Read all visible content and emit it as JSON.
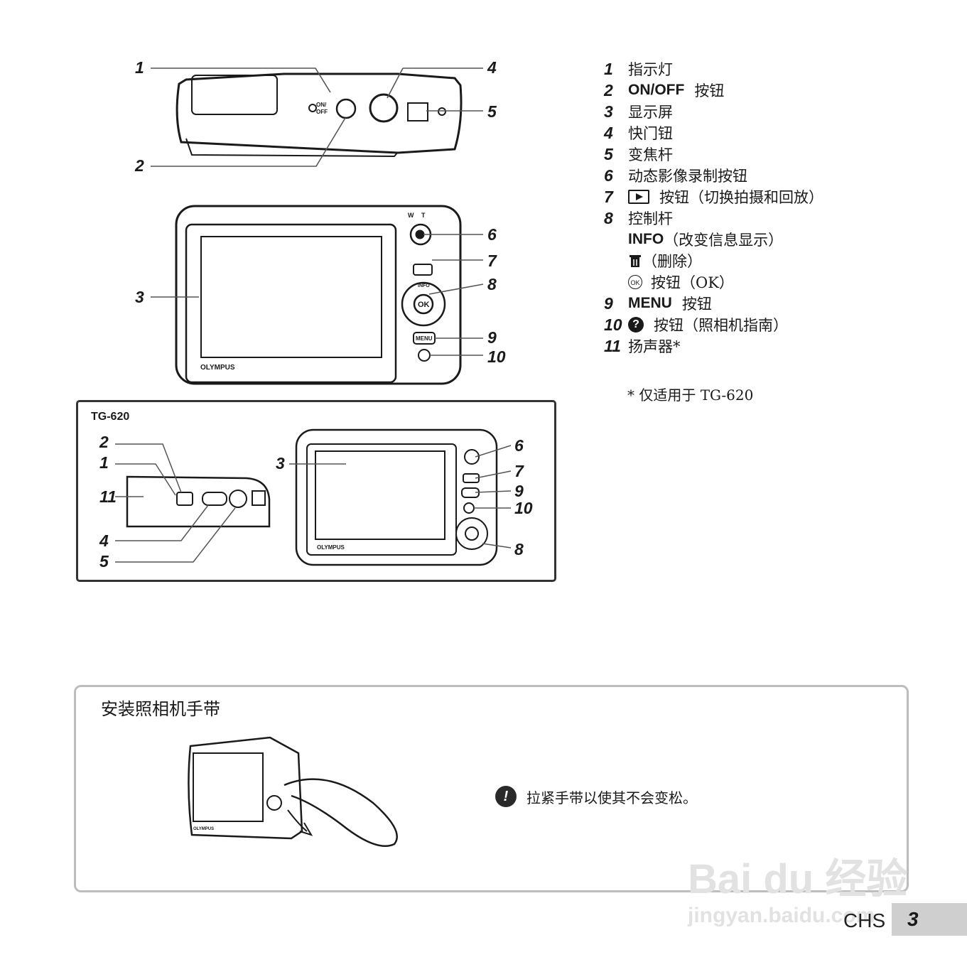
{
  "legend": [
    {
      "num": "1",
      "text": "指示灯"
    },
    {
      "num": "2",
      "bold": "ON/OFF",
      "text": "按钮"
    },
    {
      "num": "3",
      "text": "显示屏"
    },
    {
      "num": "4",
      "text": "快门钮"
    },
    {
      "num": "5",
      "text": "变焦杆"
    },
    {
      "num": "6",
      "text": "动态影像录制按钮"
    },
    {
      "num": "7",
      "icon": "playback-icon",
      "text": "按钮（切换拍摄和回放）"
    },
    {
      "num": "8",
      "text": "控制杆"
    },
    {
      "bold": "INFO",
      "text": "（改变信息显示）"
    },
    {
      "icon": "trash-icon",
      "text": "（删除）"
    },
    {
      "icon": "ok-icon",
      "icon_text": "OK",
      "text": "按钮（OK）"
    },
    {
      "num": "9",
      "bold": "MENU",
      "text": "按钮"
    },
    {
      "num": "10",
      "icon": "help-icon",
      "text": "按钮（照相机指南）"
    },
    {
      "num": "11",
      "text": "扬声器*"
    }
  ],
  "footnote": "* 仅适用于 TG-620",
  "diagram": {
    "brand": "OLYMPUS",
    "top_labels": {
      "on_off": "ON/",
      "on_off2": "OFF"
    },
    "zoom_labels": {
      "w": "W",
      "t": "T"
    },
    "info_label": "INFO",
    "ok_label": "OK",
    "menu_label": "MENU",
    "callouts_main": [
      "1",
      "4",
      "5",
      "2",
      "6",
      "7",
      "3",
      "8",
      "9",
      "10"
    ],
    "tg_title": "TG-620",
    "callouts_tg": [
      "2",
      "1",
      "11",
      "4",
      "5",
      "3",
      "6",
      "7",
      "9",
      "10",
      "8"
    ]
  },
  "strap": {
    "title": "安装照相机手带",
    "warning_icon": "!",
    "note": "拉紧手带以使其不会变松。"
  },
  "footer": {
    "lang": "CHS",
    "page": "3"
  },
  "watermark": {
    "logo": "Bai du 经验",
    "url": "jingyan.baidu.com"
  }
}
